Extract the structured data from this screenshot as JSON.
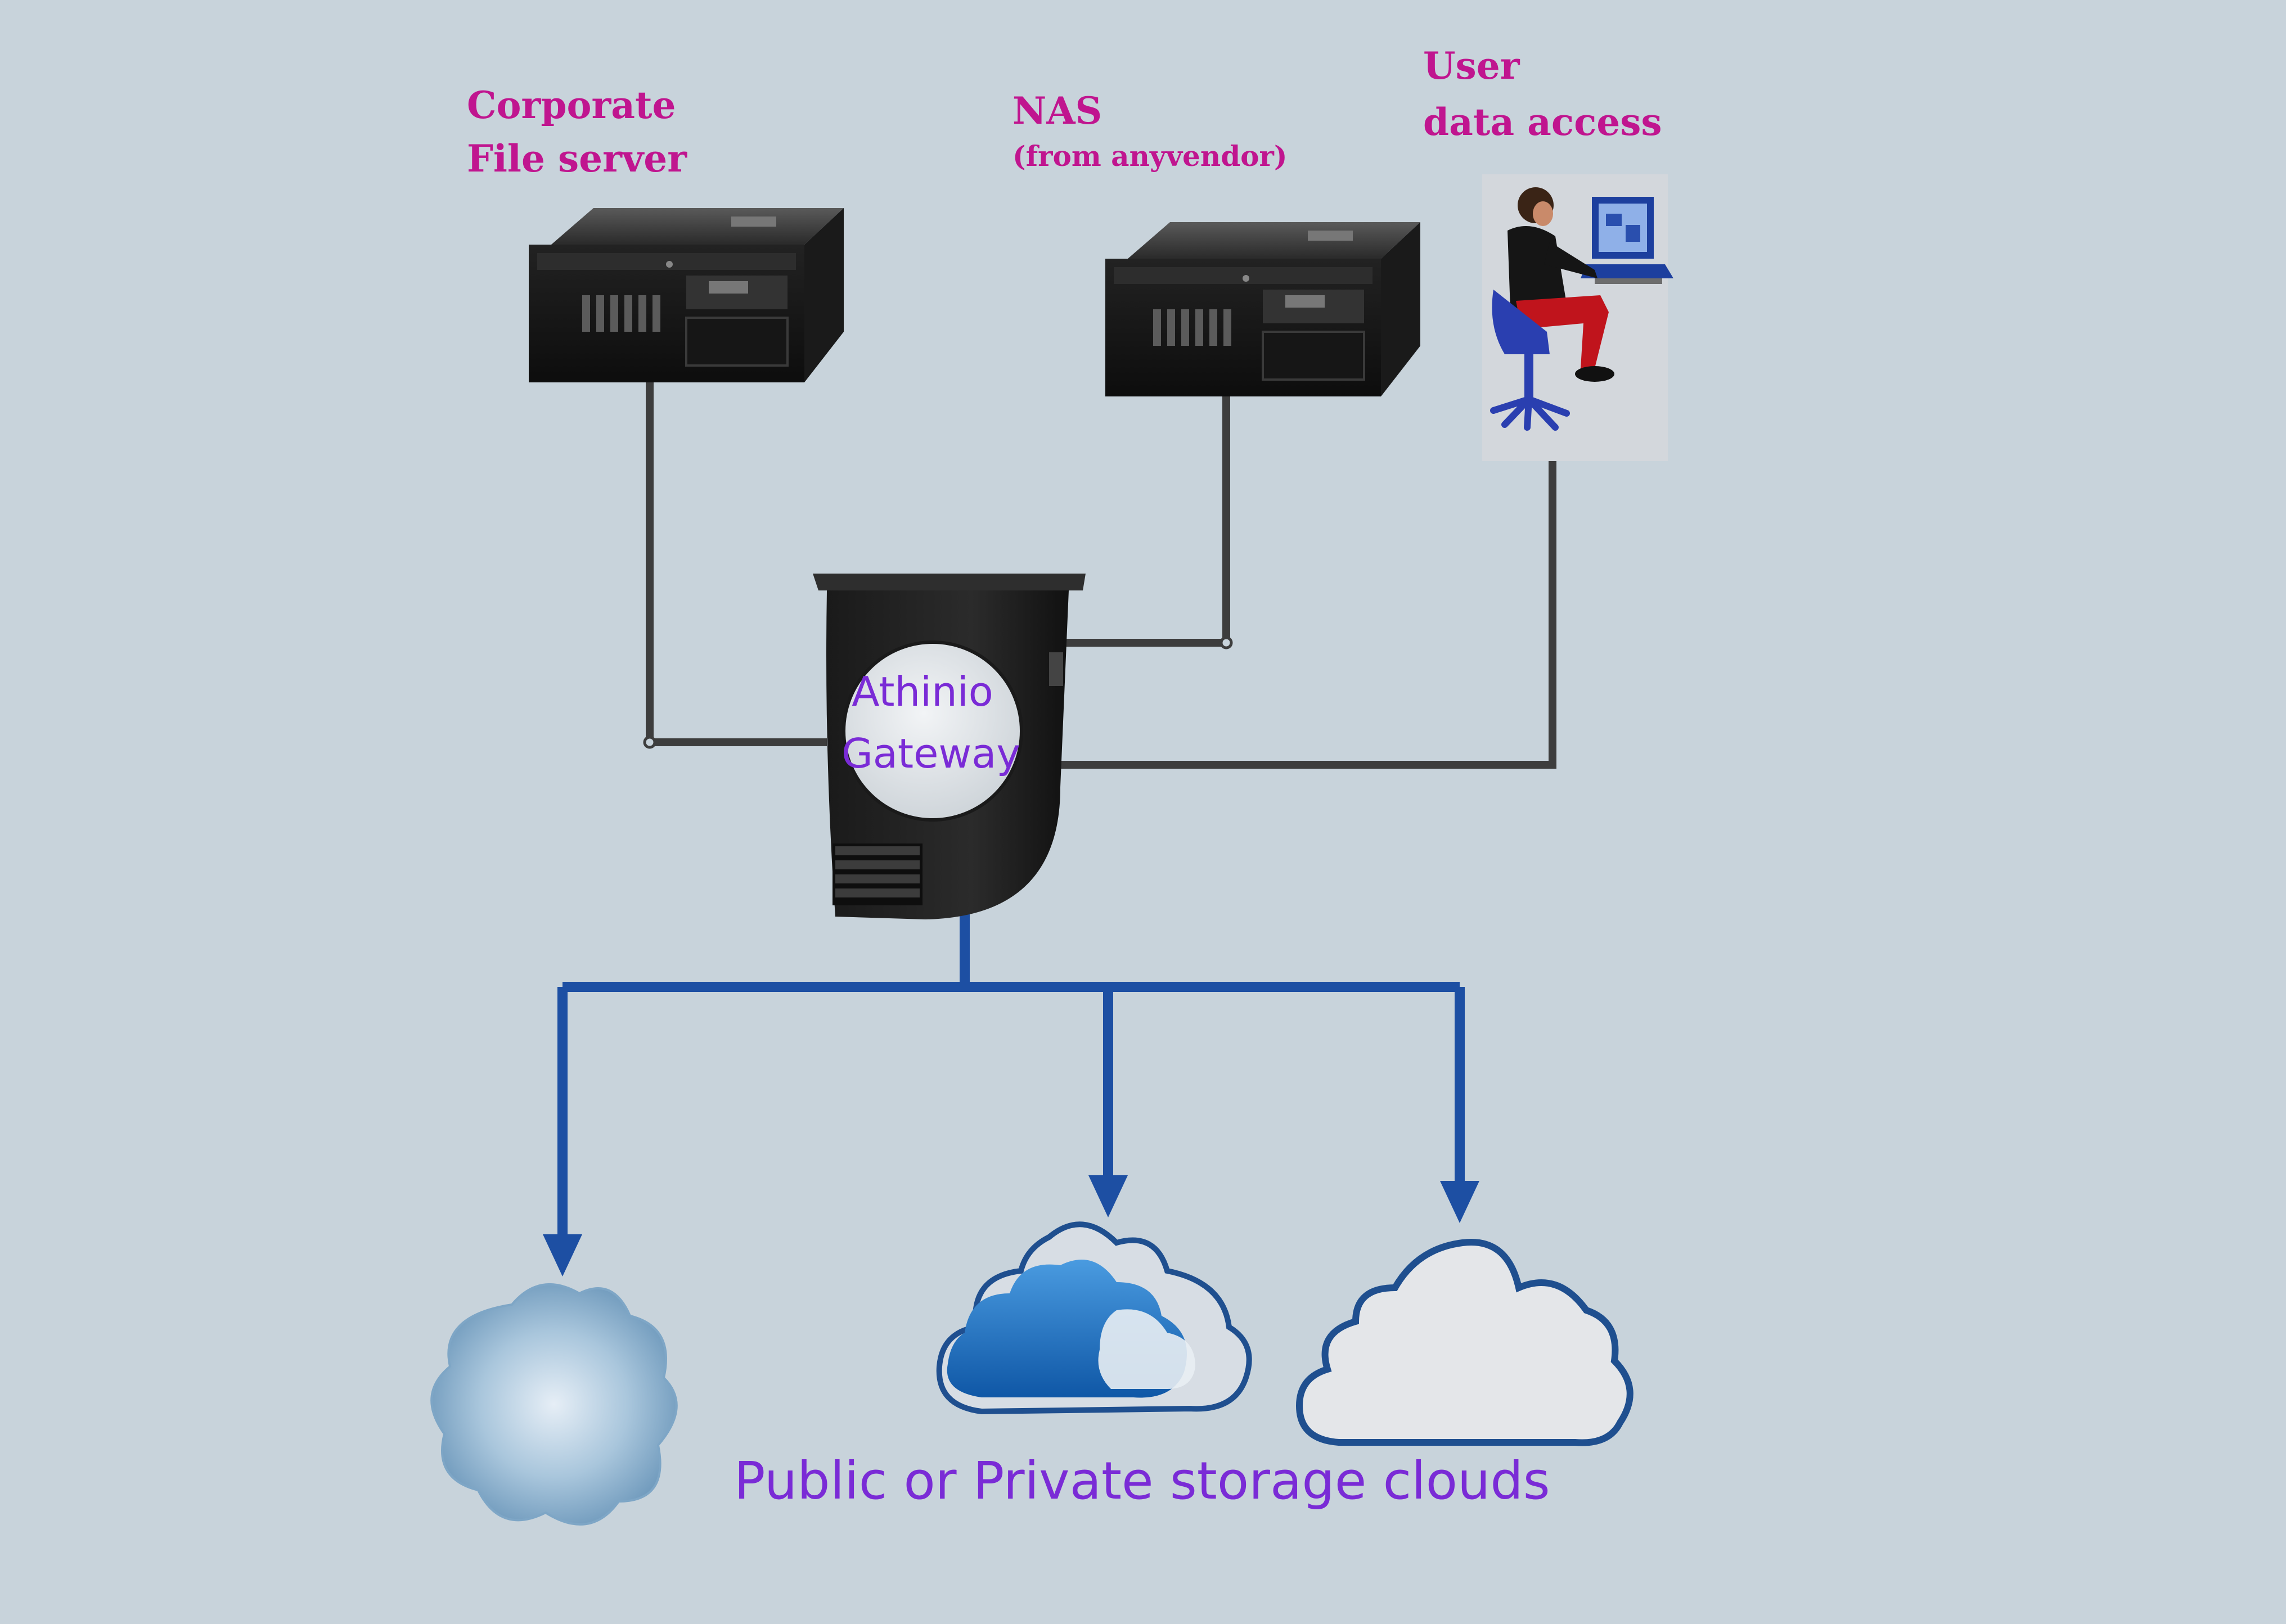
{
  "colors": {
    "background": "#c8d3db",
    "label_magenta": "#c0158f",
    "label_purple": "#7a2bd6",
    "wire_gray": "#3d3d3d",
    "wire_blue": "#1d4fa3"
  },
  "nodes": {
    "file_server": {
      "label_line1": "Corporate",
      "label_line2": "File server",
      "icon": "rack-server-icon"
    },
    "nas": {
      "label_line1": "NAS",
      "label_line2": "(from anyvendor)",
      "icon": "rack-server-icon"
    },
    "user": {
      "label_line1": "User",
      "label_line2": "data access",
      "icon": "person-at-computer-icon"
    },
    "gateway": {
      "label_line1": "Athinio",
      "label_line2": "Gateway",
      "icon": "tower-server-icon"
    }
  },
  "clouds": {
    "caption": "Public or Private storage clouds",
    "items": [
      "soft-blue-cloud-icon",
      "blue-3d-cloud-icon",
      "outline-cloud-icon"
    ]
  }
}
